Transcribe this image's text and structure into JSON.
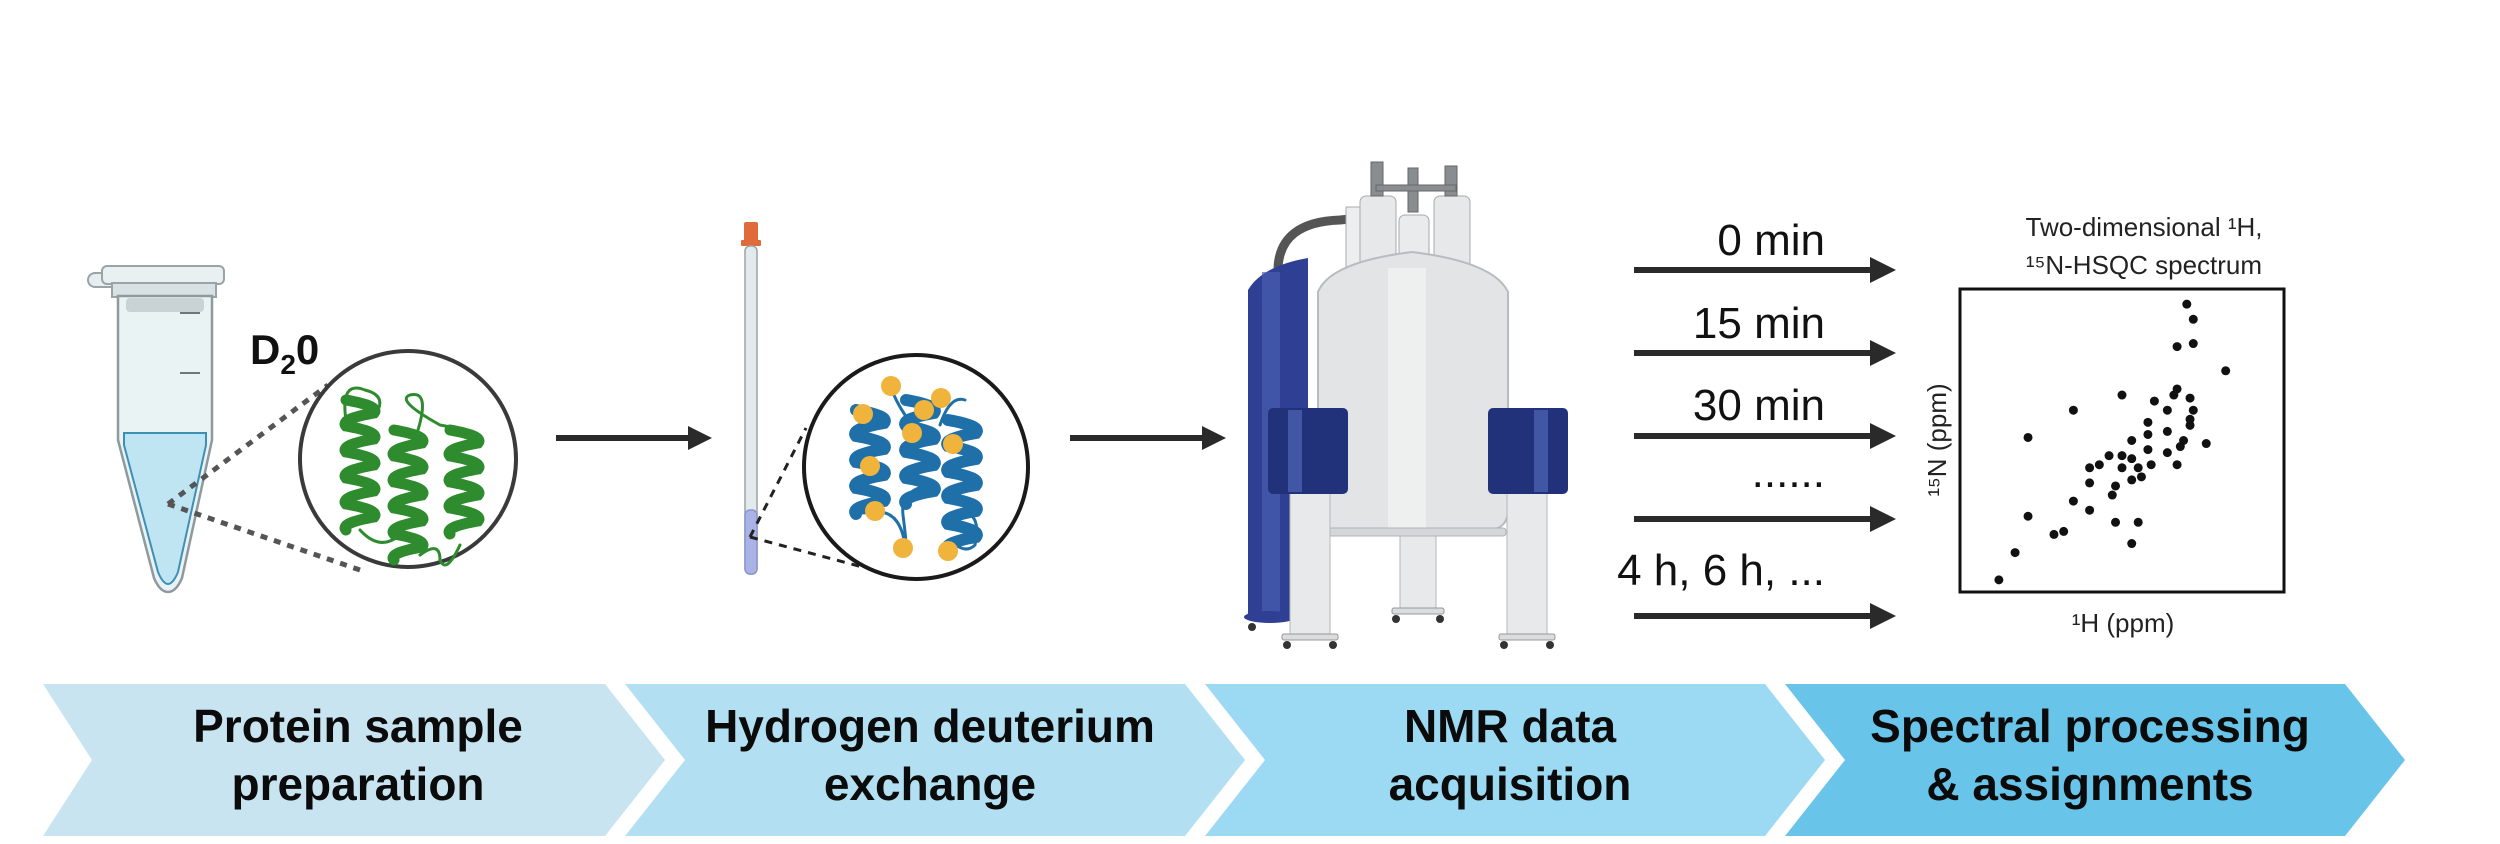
{
  "steps": [
    {
      "line1": "Protein sample",
      "line2": "preparation",
      "color": "#c7e4f0"
    },
    {
      "line1": "Hydrogen deuterium",
      "line2": "exchange",
      "color": "#b2e0f2"
    },
    {
      "line1": "NMR data",
      "line2": "acquisition",
      "color": "#9cdaf3"
    },
    {
      "line1": "Spectral processing",
      "line2": "& assignments",
      "color": "#68c4e8"
    }
  ],
  "sample": {
    "reagent_main": "D",
    "reagent_sub": "2",
    "reagent_end": "0",
    "protein_color": "#2e8b2e"
  },
  "hdx": {
    "protein_color": "#1f6fa8",
    "deuteron_color": "#f0b43c",
    "cap_color": "#e06a3a"
  },
  "nmr": {
    "magnet_color": "#2e3f94"
  },
  "timepoints": {
    "labels": [
      "0 min",
      "15 min",
      "30 min",
      "......",
      "4 h, 6 h, ..."
    ]
  },
  "spectrum": {
    "title_line1": "Two-dimensional ¹H,",
    "title_line2": "¹⁵N-HSQC spectrum",
    "xlabel": "¹H (ppm)",
    "ylabel": "¹⁵N (ppm)",
    "peaks": [
      [
        0.12,
        0.04
      ],
      [
        0.17,
        0.13
      ],
      [
        0.21,
        0.25
      ],
      [
        0.21,
        0.51
      ],
      [
        0.29,
        0.19
      ],
      [
        0.32,
        0.2
      ],
      [
        0.35,
        0.3
      ],
      [
        0.35,
        0.6
      ],
      [
        0.4,
        0.27
      ],
      [
        0.4,
        0.36
      ],
      [
        0.4,
        0.41
      ],
      [
        0.43,
        0.42
      ],
      [
        0.46,
        0.45
      ],
      [
        0.47,
        0.32
      ],
      [
        0.48,
        0.23
      ],
      [
        0.48,
        0.35
      ],
      [
        0.5,
        0.41
      ],
      [
        0.5,
        0.65
      ],
      [
        0.5,
        0.45
      ],
      [
        0.53,
        0.37
      ],
      [
        0.53,
        0.16
      ],
      [
        0.53,
        0.44
      ],
      [
        0.53,
        0.5
      ],
      [
        0.55,
        0.23
      ],
      [
        0.55,
        0.41
      ],
      [
        0.56,
        0.38
      ],
      [
        0.58,
        0.47
      ],
      [
        0.58,
        0.52
      ],
      [
        0.58,
        0.56
      ],
      [
        0.59,
        0.42
      ],
      [
        0.6,
        0.63
      ],
      [
        0.64,
        0.46
      ],
      [
        0.64,
        0.53
      ],
      [
        0.64,
        0.6
      ],
      [
        0.66,
        0.65
      ],
      [
        0.67,
        0.67
      ],
      [
        0.67,
        0.81
      ],
      [
        0.67,
        0.42
      ],
      [
        0.68,
        0.48
      ],
      [
        0.69,
        0.5
      ],
      [
        0.7,
        0.95
      ],
      [
        0.71,
        0.55
      ],
      [
        0.71,
        0.64
      ],
      [
        0.71,
        0.57
      ],
      [
        0.72,
        0.82
      ],
      [
        0.72,
        0.6
      ],
      [
        0.76,
        0.49
      ],
      [
        0.82,
        0.73
      ],
      [
        0.72,
        0.9
      ]
    ]
  }
}
